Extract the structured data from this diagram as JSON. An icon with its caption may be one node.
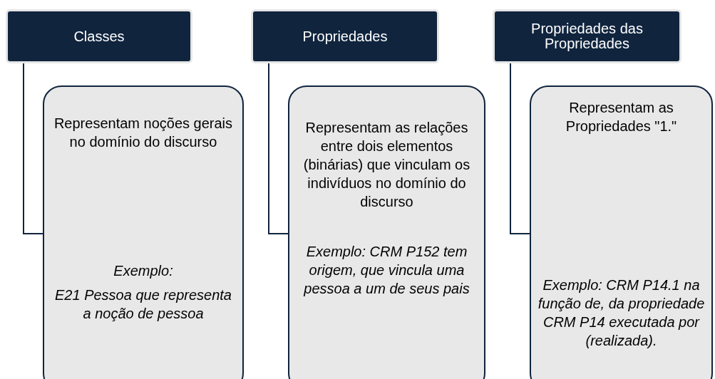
{
  "diagram": {
    "nodes": [
      {
        "text": [
          "Classes"
        ]
      },
      {
        "text": [
          "Representam noções gerais no domínio do discurso",
          "Exemplo:",
          "E21 Pessoa que representa a noção de pessoa"
        ]
      },
      {
        "text": [
          "Propriedades"
        ]
      },
      {
        "text": [
          "Representam as relações entre dois elementos (binárias) que vinculam os indivíduos no domínio do discurso",
          "Exemplo: CRM P152 tem origem, que vincula uma pessoa a um de seus pais"
        ]
      },
      {
        "text": [
          "Propriedades das Propriedades"
        ]
      },
      {
        "text": [
          "Representam as Propriedades \"1.\"",
          "Exemplo: CRM P14.1 na função de, da propriedade CRM P14 executada por (realizada)."
        ]
      }
    ],
    "edges": [
      {
        "from": 0,
        "to": 1,
        "arrow": "none"
      },
      {
        "from": 2,
        "to": 3,
        "arrow": "none"
      },
      {
        "from": 4,
        "to": 5,
        "arrow": "none"
      }
    ]
  }
}
